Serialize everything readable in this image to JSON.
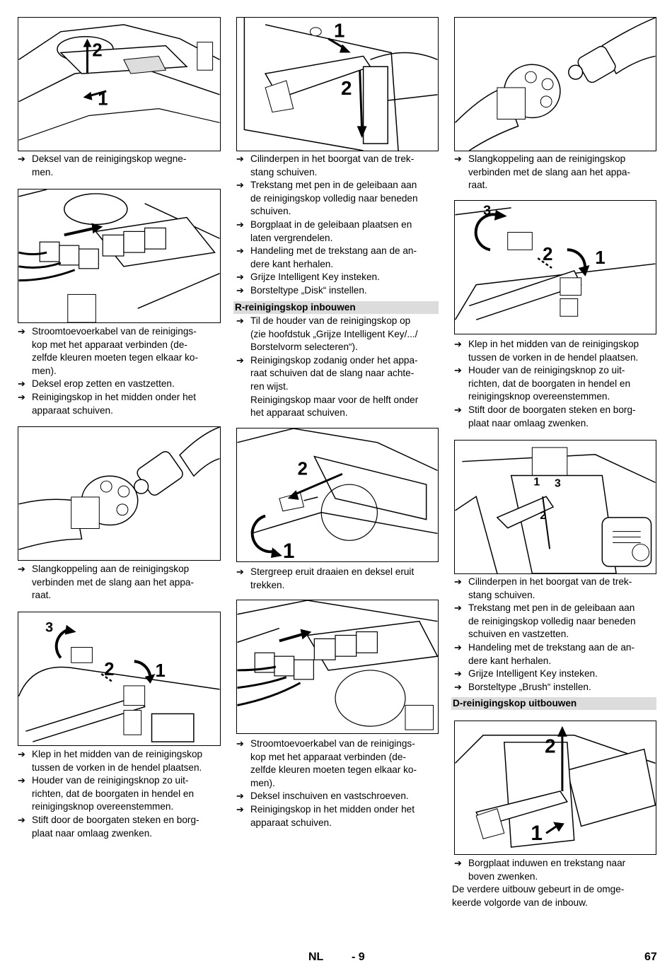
{
  "col1": {
    "block1": [
      {
        "lines": [
          "Deksel van de reinigingskop wegne-",
          "men."
        ]
      }
    ],
    "block2": [
      {
        "lines": [
          "Stroomtoevoerkabel van de reinigings-",
          "kop met het apparaat verbinden (de-",
          "zelfde kleuren moeten tegen elkaar ko-",
          "men)."
        ]
      },
      {
        "lines": [
          "Deksel erop zetten en vastzetten."
        ]
      },
      {
        "lines": [
          "Reinigingskop in het midden onder het",
          "apparaat schuiven."
        ]
      }
    ],
    "block3": [
      {
        "lines": [
          "Slangkoppeling aan de reinigingskop",
          "verbinden met de slang aan het appa-",
          "raat."
        ]
      }
    ],
    "block4": [
      {
        "lines": [
          "Klep in het midden van de reinigingskop",
          "tussen de vorken in de hendel plaatsen."
        ]
      },
      {
        "lines": [
          "Houder van de reinigingsknop zo uit-",
          "richten, dat de boorgaten in hendel en",
          "reinigingsknop overeenstemmen."
        ]
      },
      {
        "lines": [
          "Stift door de boorgaten steken en borg-",
          "plaat naar omlaag zwenken."
        ]
      }
    ]
  },
  "col2": {
    "block1": [
      {
        "lines": [
          "Cilinderpen in het boorgat van de trek-",
          "stang schuiven."
        ]
      },
      {
        "lines": [
          "Trekstang met pen in de geleibaan aan",
          "de reinigingskop volledig naar beneden",
          "schuiven."
        ]
      },
      {
        "lines": [
          "Borgplaat in de geleibaan plaatsen en",
          "laten vergrendelen."
        ]
      },
      {
        "lines": [
          "Handeling met de trekstang aan de an-",
          "dere kant herhalen."
        ]
      },
      {
        "lines": [
          "Grijze Intelligent Key insteken."
        ]
      },
      {
        "lines": [
          "Borsteltype „Disk“ instellen."
        ]
      }
    ],
    "heading": "R-reinigingskop inbouwen",
    "block2": [
      {
        "lines": [
          "Til de houder van de reinigingskop op",
          "(zie hoofdstuk „Grijze Intelligent Key/.../",
          "Borstelvorm selecteren“)."
        ]
      },
      {
        "lines": [
          "Reinigingskop zodanig onder het appa-",
          "raat schuiven dat de slang naar achte-",
          "ren wijst.",
          "Reinigingskop maar voor de helft onder",
          "het apparaat schuiven."
        ]
      }
    ],
    "block3": [
      {
        "lines": [
          "Stergreep eruit draaien en deksel eruit",
          "trekken."
        ]
      }
    ],
    "block4": [
      {
        "lines": [
          "Stroomtoevoerkabel van de reinigings-",
          "kop met het apparaat verbinden (de-",
          "zelfde kleuren moeten tegen elkaar ko-",
          "men)."
        ]
      },
      {
        "lines": [
          "Deksel inschuiven en vastschroeven."
        ]
      },
      {
        "lines": [
          "Reinigingskop in het midden onder het",
          "apparaat schuiven."
        ]
      }
    ]
  },
  "col3": {
    "block1": [
      {
        "lines": [
          "Slangkoppeling aan de reinigingskop",
          "verbinden met de slang aan het appa-",
          "raat."
        ]
      }
    ],
    "block2": [
      {
        "lines": [
          "Klep in het midden van de reinigingskop",
          "tussen de vorken in de hendel plaatsen."
        ]
      },
      {
        "lines": [
          "Houder van de reinigingsknop zo uit-",
          "richten, dat de boorgaten in hendel en",
          "reinigingsknop overeenstemmen."
        ]
      },
      {
        "lines": [
          "Stift door de boorgaten steken en borg-",
          "plaat naar omlaag zwenken."
        ]
      }
    ],
    "block3": [
      {
        "lines": [
          "Cilinderpen in het boorgat van de trek-",
          "stang schuiven."
        ]
      },
      {
        "lines": [
          "Trekstang met pen in de geleibaan aan",
          "de reinigingskop volledig naar beneden",
          "schuiven en vastzetten."
        ]
      },
      {
        "lines": [
          "Handeling met de trekstang aan de an-",
          "dere kant herhalen."
        ]
      },
      {
        "lines": [
          "Grijze Intelligent Key insteken."
        ]
      },
      {
        "lines": [
          "Borsteltype „Brush“ instellen."
        ]
      }
    ],
    "heading": "D-reinigingskop uitbouwen",
    "block4": [
      {
        "lines": [
          "Borgplaat induwen en trekstang naar",
          "boven zwenken."
        ]
      }
    ],
    "closing": [
      "De verdere uitbouw gebeurt in de omge-",
      "keerde volgorde van de inbouw."
    ]
  },
  "figure_labels": {
    "f1": [
      "2",
      "1"
    ],
    "f3": [
      "3",
      "2",
      "1"
    ],
    "f4": [
      "1",
      "2"
    ],
    "f5": [
      "2",
      "1"
    ],
    "f8": [
      "3",
      "2",
      "1"
    ],
    "f9": [
      "1",
      "3",
      "2"
    ],
    "f10": [
      "2",
      "1"
    ]
  },
  "footer": {
    "lang": "NL",
    "section": "- 9",
    "page": "67"
  },
  "colors": {
    "heading_bg": "#dcdcdc",
    "line": "#000000"
  }
}
